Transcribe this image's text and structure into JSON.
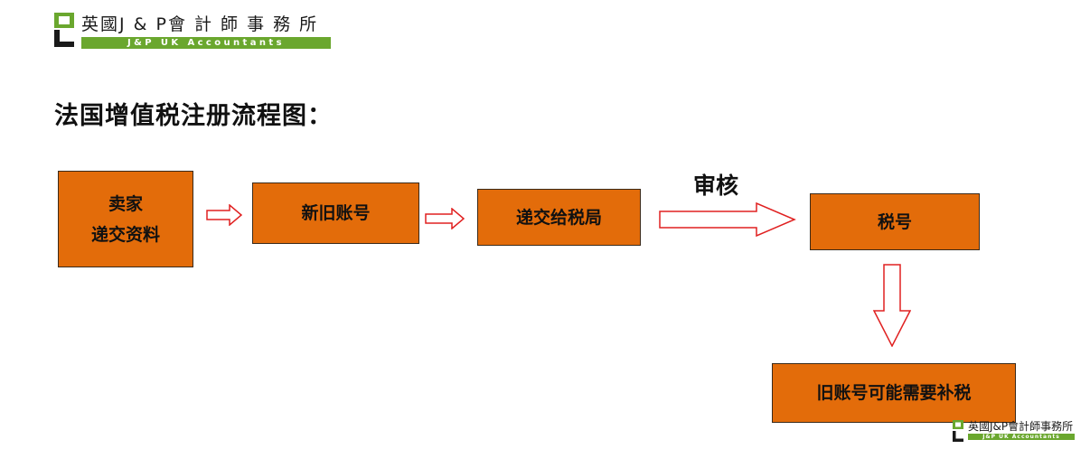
{
  "logo": {
    "cn": "英國J & P會 計 師 事 務 所",
    "en": "J&P UK Accountants",
    "brand_color": "#6aa72e"
  },
  "title": "法国增值税注册流程图：",
  "flow": {
    "box_color": "#e36c0a",
    "arrow_color": "#e02020",
    "step1_line1": "卖家",
    "step1_line2": "递交资料",
    "step2": "新旧账号",
    "step3": "递交给税局",
    "audit_label": "审核",
    "step4": "税号",
    "step5": "旧账号可能需要补税"
  },
  "logo_small": {
    "cn": "英國J&P會計師事務所",
    "en": "J&P UK Accountants"
  }
}
